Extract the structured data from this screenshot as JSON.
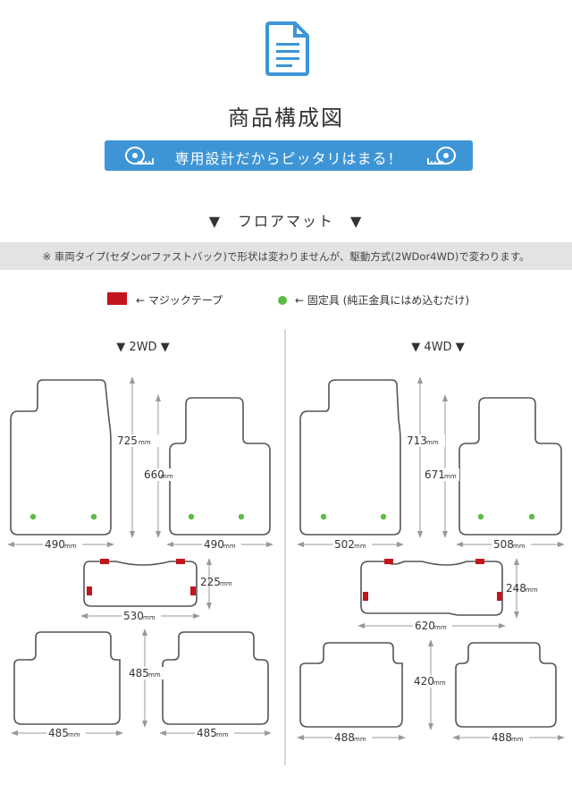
{
  "page_title": "商品構成図",
  "banner": {
    "text": "専用設計だからピッタリはまる！"
  },
  "section_title": "▼　フロアマット　▼",
  "notice": "※ 車両タイプ(セダンorファストバック)で形状は変わりませんが、駆動方式(2WDor4WD)で変わります。",
  "legend": {
    "magic_tape": "←  マジックテープ",
    "fixture": "←  固定具 (純正金具にはめ込むだけ)"
  },
  "colors": {
    "accent": "#3d95d6",
    "tape": "#c4141c",
    "fixture": "#5dbb46",
    "outline": "#555555",
    "dim": "#999999"
  },
  "unit": "mm",
  "layouts": {
    "2wd": {
      "title": "▼ 2WD ▼",
      "front_height": "725",
      "rear_seat_height": "660",
      "driver_width": "490",
      "passenger_width": "490",
      "center_height": "225",
      "center_width": "530",
      "rear_height": "485",
      "rear_left_width": "485",
      "rear_right_width": "485"
    },
    "4wd": {
      "title": "▼ 4WD ▼",
      "front_height": "713",
      "rear_seat_height": "671",
      "driver_width": "502",
      "passenger_width": "508",
      "center_height": "248",
      "center_width": "620",
      "rear_height": "420",
      "rear_left_width": "488",
      "rear_right_width": "488"
    }
  }
}
